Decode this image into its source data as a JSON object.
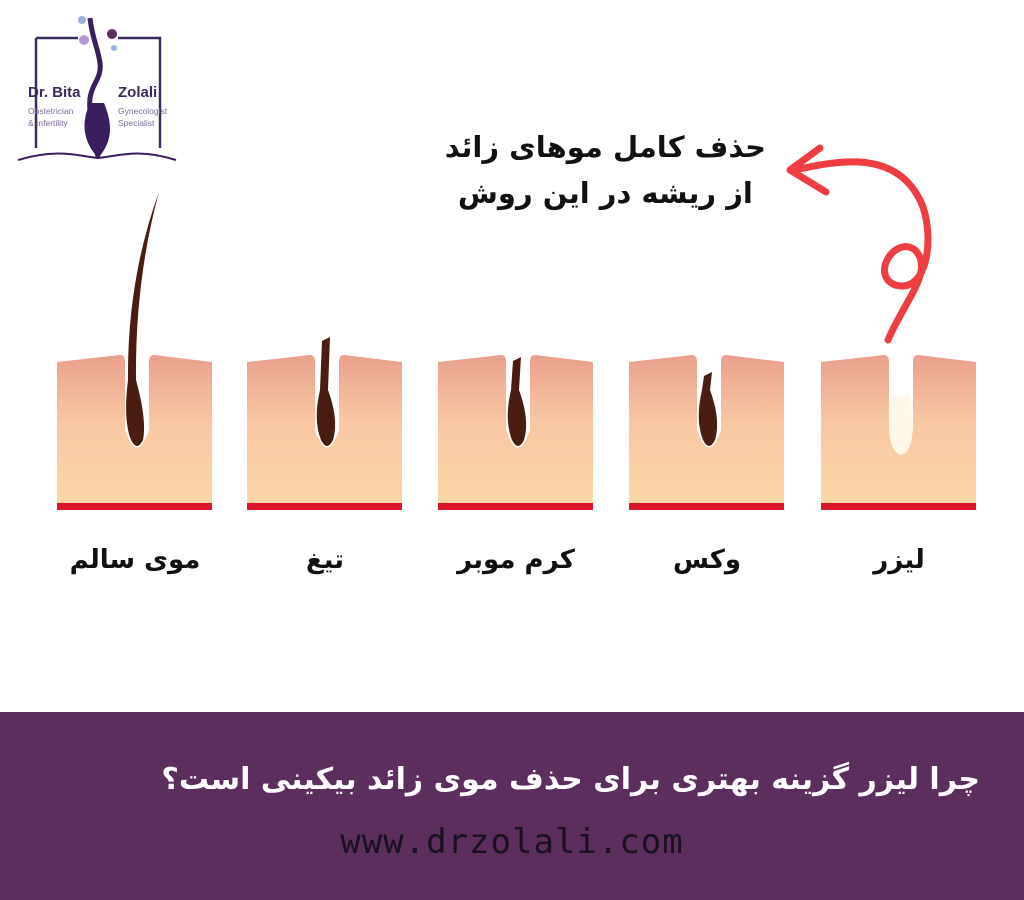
{
  "logo": {
    "name_left": "Dr. Bita",
    "name_right": "Zolali",
    "sub_left_1": "Obstetrician",
    "sub_left_2": "& Infertility",
    "sub_right_1": "Gynecologist",
    "sub_right_2": "Specialist"
  },
  "headline": {
    "line1": "حذف کامل موهای زائد",
    "line2": "از ریشه در این روش"
  },
  "panels": [
    {
      "label": "موی سالم",
      "hair": "full"
    },
    {
      "label": "تیغ",
      "hair": "cut-at-surface"
    },
    {
      "label": "کرم موبر",
      "hair": "dissolved-below-surface"
    },
    {
      "label": "وکس",
      "hair": "pulled-short"
    },
    {
      "label": "لیزر",
      "hair": "none"
    }
  ],
  "colors": {
    "skin_top": "#e9a08c",
    "skin_bottom": "#fbd7a6",
    "base_line": "#d9142b",
    "hair": "#4a1d12",
    "arrow": "#ef3e43",
    "footer_bg": "#5b2e5e"
  },
  "footer": {
    "title": "چرا لیزر گزینه بهتری برای حذف موی زائد بیکینی است؟",
    "url": "www.drzolali.com"
  }
}
